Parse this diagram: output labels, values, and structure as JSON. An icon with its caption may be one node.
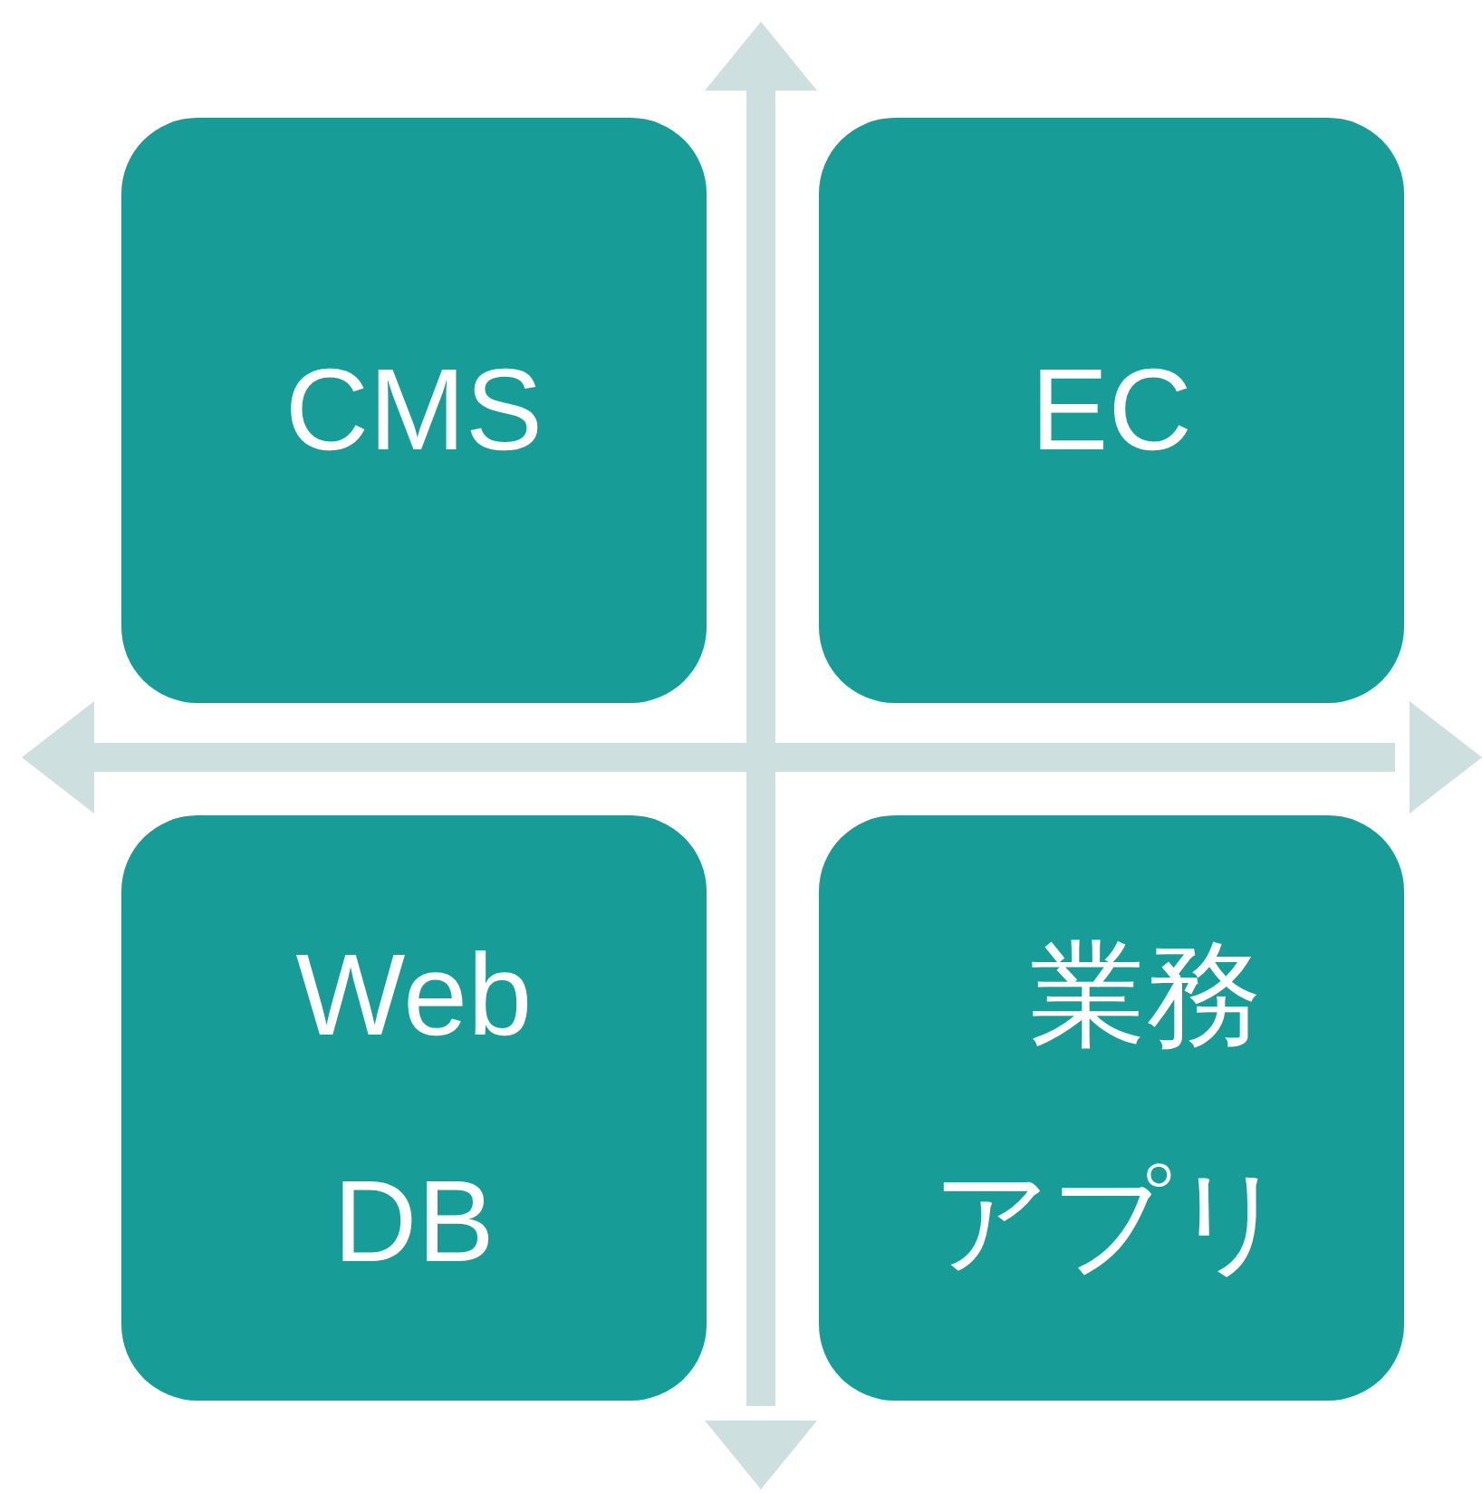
{
  "diagram": {
    "nodes": [
      {
        "text": [
          "CMS"
        ]
      },
      {
        "text": [
          "EC"
        ]
      },
      {
        "text": [
          "Web DB"
        ]
      },
      {
        "text": [
          "業務アプリ"
        ]
      }
    ]
  }
}
